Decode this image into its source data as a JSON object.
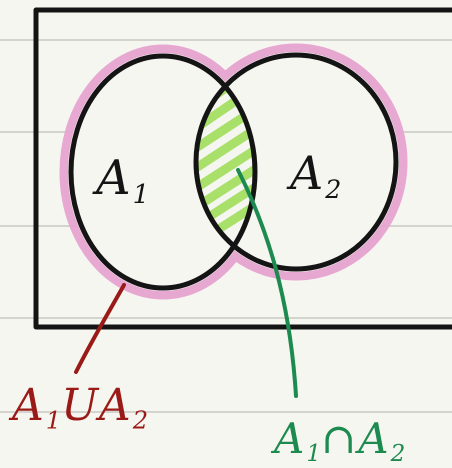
{
  "colors": {
    "paper": "#f6f6f1",
    "ruling": "#d4d4cf",
    "ink": "#141414",
    "union_highlight": "#e6a3cf",
    "intersection_highlight": "#a9e06a",
    "union_pointer": "#9a1a17",
    "intersection_pointer": "#1d8a4f"
  },
  "sets": [
    {
      "name": "A",
      "sub": "1"
    },
    {
      "name": "A",
      "sub": "2"
    }
  ],
  "annotations": {
    "union": {
      "a": "A",
      "a_sub": "1",
      "op": "U",
      "b": "A",
      "b_sub": "2"
    },
    "intersection": {
      "a": "A",
      "a_sub": "1",
      "op": "∩",
      "b": "A",
      "b_sub": "2"
    }
  }
}
